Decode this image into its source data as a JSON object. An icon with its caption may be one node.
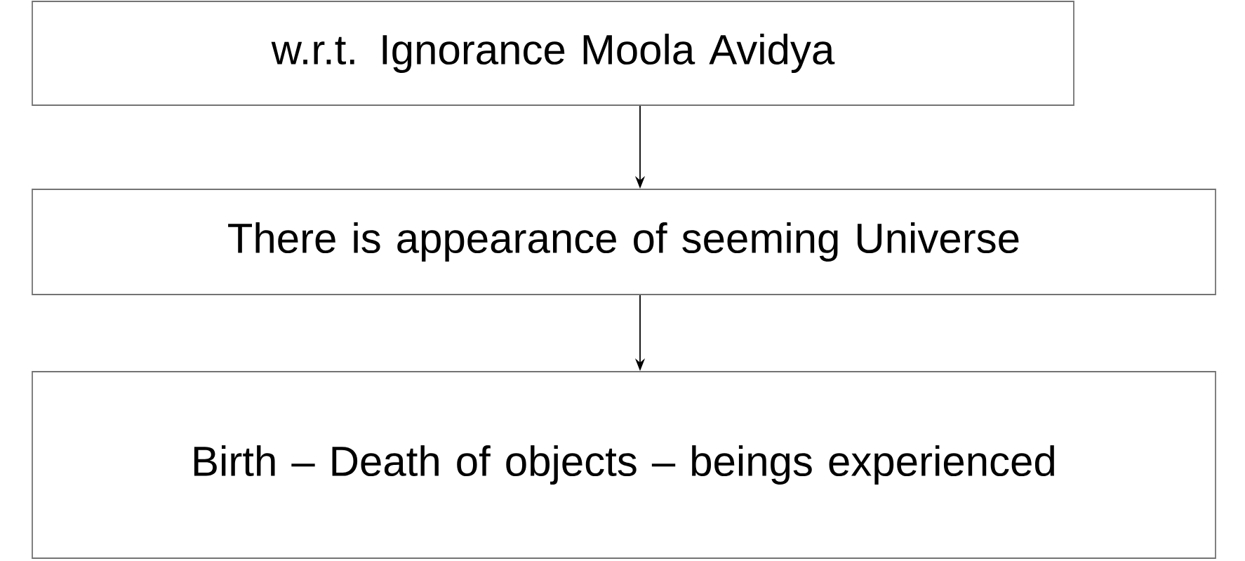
{
  "diagram": {
    "nodes": [
      {
        "text": [
          "w.r.t. Ignorance Moola Avidya"
        ]
      },
      {
        "text": [
          "There is appearance of seeming Universe"
        ]
      },
      {
        "text": [
          "Birth – Death of objects – beings experienced"
        ]
      }
    ],
    "edges": [
      {
        "from": 0,
        "to": 1,
        "arrow": "to"
      },
      {
        "from": 1,
        "to": 2,
        "arrow": "to"
      }
    ]
  }
}
